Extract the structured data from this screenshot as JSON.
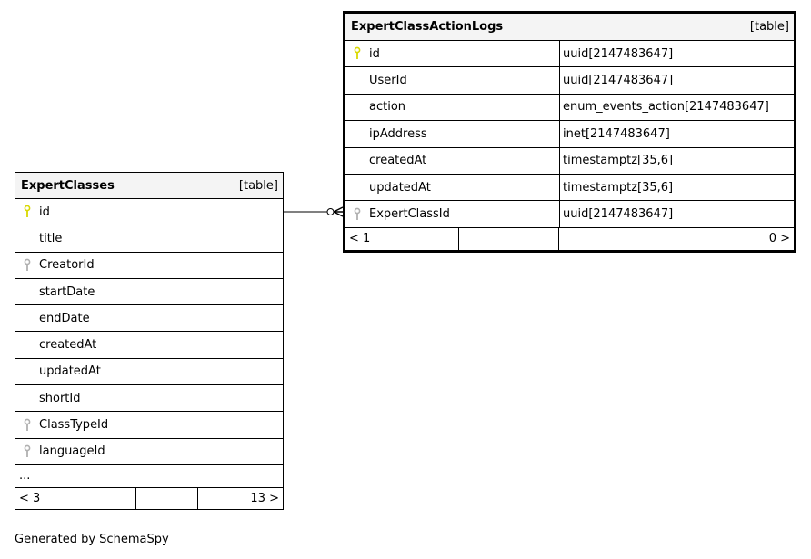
{
  "tables": {
    "left": {
      "name": "ExpertClasses",
      "kind": "[table]",
      "columns": [
        {
          "name": "id",
          "key": "primary"
        },
        {
          "name": "title",
          "key": ""
        },
        {
          "name": "CreatorId",
          "key": "foreign"
        },
        {
          "name": "startDate",
          "key": ""
        },
        {
          "name": "endDate",
          "key": ""
        },
        {
          "name": "createdAt",
          "key": ""
        },
        {
          "name": "updatedAt",
          "key": ""
        },
        {
          "name": "shortId",
          "key": ""
        },
        {
          "name": "ClassTypeId",
          "key": "foreign"
        },
        {
          "name": "languageId",
          "key": "foreign"
        }
      ],
      "more": "...",
      "parents": "< 3",
      "children": "13 >"
    },
    "right": {
      "name": "ExpertClassActionLogs",
      "kind": "[table]",
      "columns": [
        {
          "name": "id",
          "type": "uuid[2147483647]",
          "key": "primary"
        },
        {
          "name": "UserId",
          "type": "uuid[2147483647]",
          "key": ""
        },
        {
          "name": "action",
          "type": "enum_events_action[2147483647]",
          "key": ""
        },
        {
          "name": "ipAddress",
          "type": "inet[2147483647]",
          "key": ""
        },
        {
          "name": "createdAt",
          "type": "timestamptz[35,6]",
          "key": ""
        },
        {
          "name": "updatedAt",
          "type": "timestamptz[35,6]",
          "key": ""
        },
        {
          "name": "ExpertClassId",
          "type": "uuid[2147483647]",
          "key": "foreign"
        }
      ],
      "parents": "< 1",
      "children": "0 >"
    }
  },
  "colors": {
    "primary_key": "#d8d800",
    "foreign_key": "#b0b0b0",
    "header_bg": "#f4f4f4"
  },
  "footer": "Generated by SchemaSpy"
}
